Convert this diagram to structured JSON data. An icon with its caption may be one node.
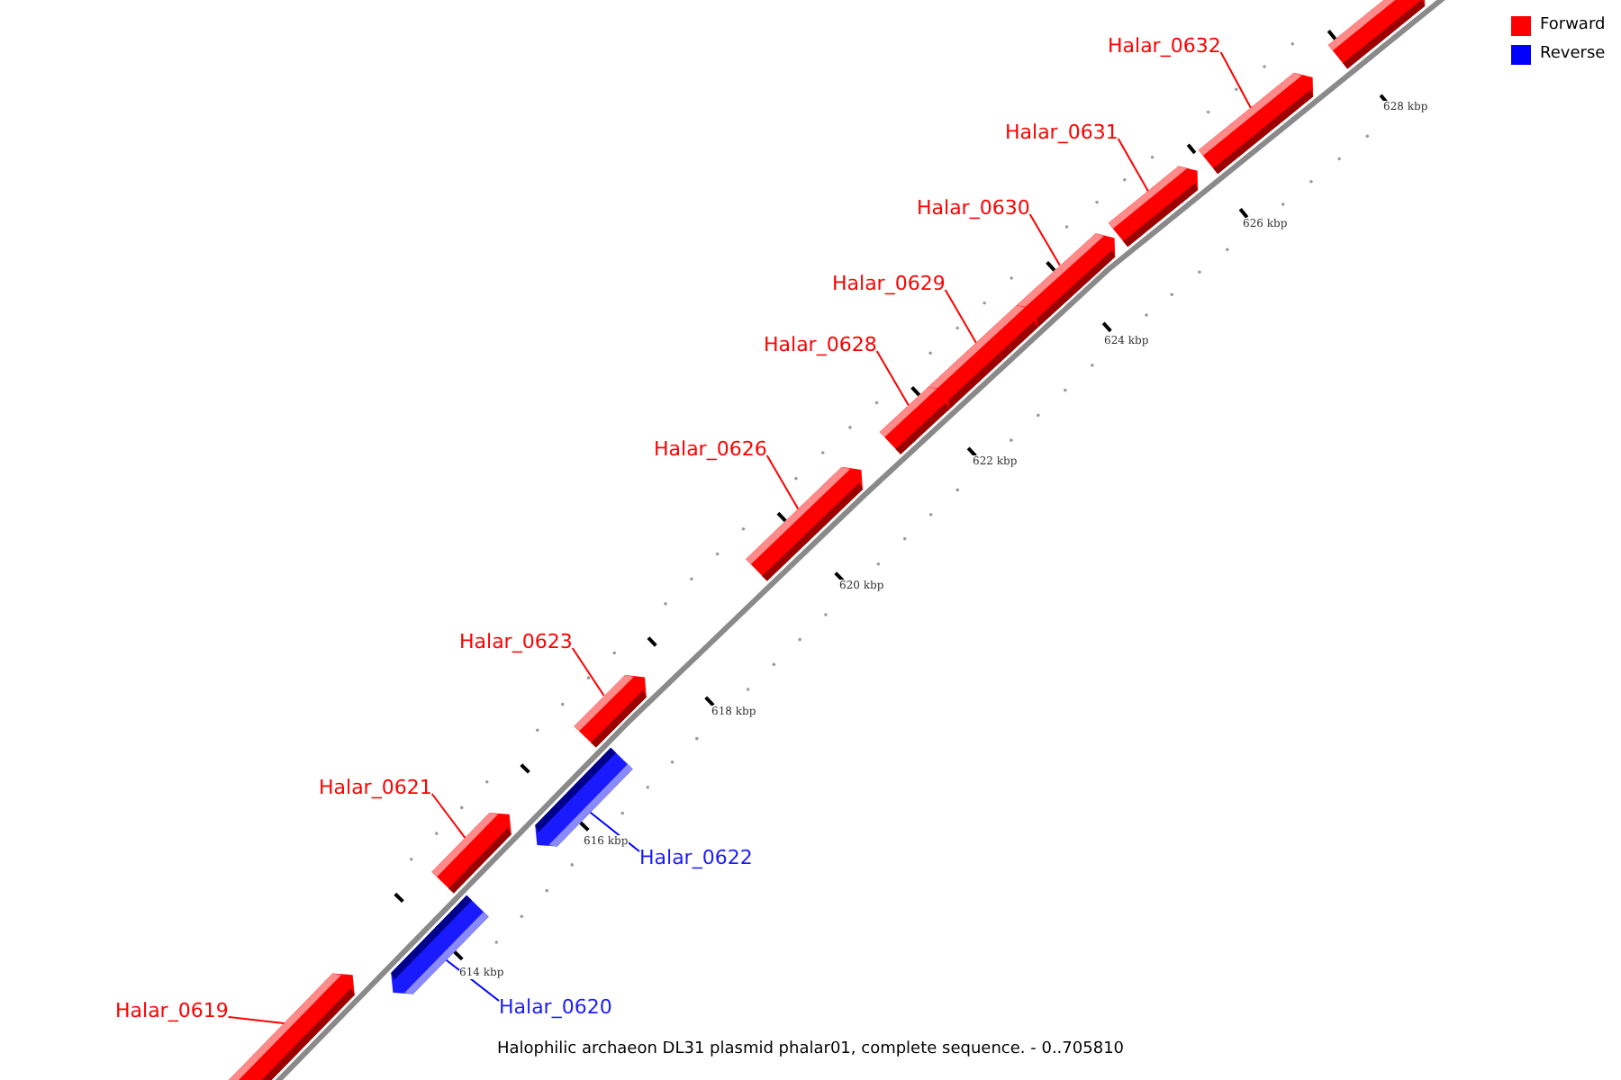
{
  "diagram": {
    "caption": "Halophilic archaeon DL31 plasmid phalar01, complete sequence. - 0..705810",
    "nodes": [
      {
        "text": [],
        "shape": "bar"
      },
      {
        "text": [
          "Halar_0632"
        ]
      },
      {
        "text": [],
        "shape": "bar"
      },
      {
        "text": [
          "Halar_0631"
        ]
      },
      {
        "text": [],
        "shape": "bar"
      },
      {
        "text": [
          "Halar_0630"
        ]
      },
      {
        "text": [],
        "shape": "bar"
      },
      {
        "text": [
          "Halar_0629"
        ]
      },
      {
        "text": [],
        "shape": "bar"
      },
      {
        "text": [
          "Halar_0628"
        ]
      },
      {
        "text": [],
        "shape": "bar"
      },
      {
        "text": [
          "Halar_0626"
        ]
      },
      {
        "text": [],
        "shape": "bar"
      },
      {
        "text": [
          "Halar_0623"
        ]
      },
      {
        "text": [],
        "shape": "bar"
      },
      {
        "text": [
          "Halar_0621"
        ]
      },
      {
        "text": [],
        "shape": "bar"
      },
      {
        "text": [
          "Halar_0622"
        ]
      },
      {
        "text": [],
        "shape": "bar"
      },
      {
        "text": [
          "Halar_0620"
        ]
      },
      {
        "text": [],
        "shape": "bar"
      },
      {
        "text": [
          "Halar_0619"
        ]
      },
      {
        "text": [],
        "shape": "bar"
      }
    ],
    "edges": [
      {
        "from": 1,
        "to": 2,
        "arrow": "none"
      },
      {
        "from": 3,
        "to": 4,
        "arrow": "none"
      },
      {
        "from": 5,
        "to": 6,
        "arrow": "none"
      },
      {
        "from": 7,
        "to": 8,
        "arrow": "none"
      },
      {
        "from": 9,
        "to": 10,
        "arrow": "none"
      },
      {
        "from": 11,
        "to": 12,
        "arrow": "none"
      },
      {
        "from": 13,
        "to": 14,
        "arrow": "none"
      },
      {
        "from": 15,
        "to": 16,
        "arrow": "none"
      },
      {
        "from": 17,
        "to": 18,
        "arrow": "none",
        "color": "#0000ff"
      },
      {
        "from": 19,
        "to": 20,
        "arrow": "none",
        "color": "#0000ff"
      },
      {
        "from": 21,
        "to": 22,
        "arrow": "none"
      }
    ],
    "labels": [
      "628 kbp",
      "626 kbp",
      "624 kbp",
      "622 kbp",
      "620 kbp",
      "618 kbp",
      "616 kbp",
      "614 kbp"
    ],
    "legend": [
      {
        "text": "Forward",
        "color": "#ff0000"
      },
      {
        "text": "Reverse",
        "color": "#0000ff"
      }
    ]
  }
}
